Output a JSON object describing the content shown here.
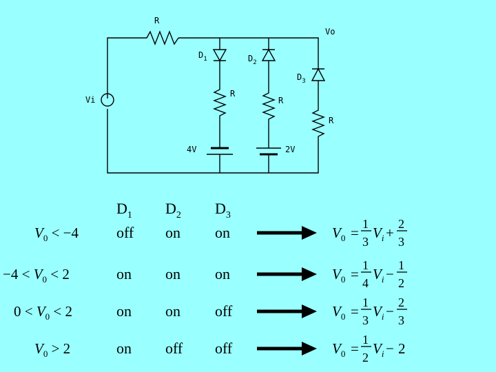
{
  "circuit": {
    "r_top": "R",
    "vo": "Vo",
    "vi": "Vi",
    "d1": "D",
    "d1_sub": "1",
    "d2": "D",
    "d2_sub": "2",
    "d3": "D",
    "d3_sub": "3",
    "r1": "R",
    "r2": "R",
    "r3": "R",
    "bat1": "4V",
    "bat2": "2V"
  },
  "table": {
    "headers": [
      {
        "d": "D",
        "sub": "1"
      },
      {
        "d": "D",
        "sub": "2"
      },
      {
        "d": "D",
        "sub": "3"
      }
    ],
    "rows": [
      {
        "cond": {
          "pre": "",
          "v": "V",
          "vs": "0",
          "post": " < −4"
        },
        "states": [
          "off",
          "on",
          "on"
        ],
        "eq": {
          "num": "1",
          "den": "3",
          "sign": "+",
          "num2": "2",
          "den2": "3"
        }
      },
      {
        "cond": {
          "pre": "−4 < ",
          "v": "V",
          "vs": "0",
          "post": " < 2"
        },
        "states": [
          "on",
          "on",
          "on"
        ],
        "eq": {
          "num": "1",
          "den": "4",
          "sign": "−",
          "num2": "1",
          "den2": "2"
        }
      },
      {
        "cond": {
          "pre": "0 < ",
          "v": "V",
          "vs": "0",
          "post": " < 2"
        },
        "states": [
          "on",
          "on",
          "off"
        ],
        "eq": {
          "num": "1",
          "den": "3",
          "sign": "−",
          "num2": "2",
          "den2": "3"
        }
      },
      {
        "cond": {
          "pre": "",
          "v": "V",
          "vs": "0",
          "post": " > 2"
        },
        "states": [
          "on",
          "off",
          "off"
        ],
        "eq": {
          "num": "1",
          "den": "2",
          "sign": "−",
          "num2": "2",
          "den2": ""
        }
      }
    ]
  },
  "colors": {
    "background": "#99ffff",
    "ink": "#000000"
  }
}
